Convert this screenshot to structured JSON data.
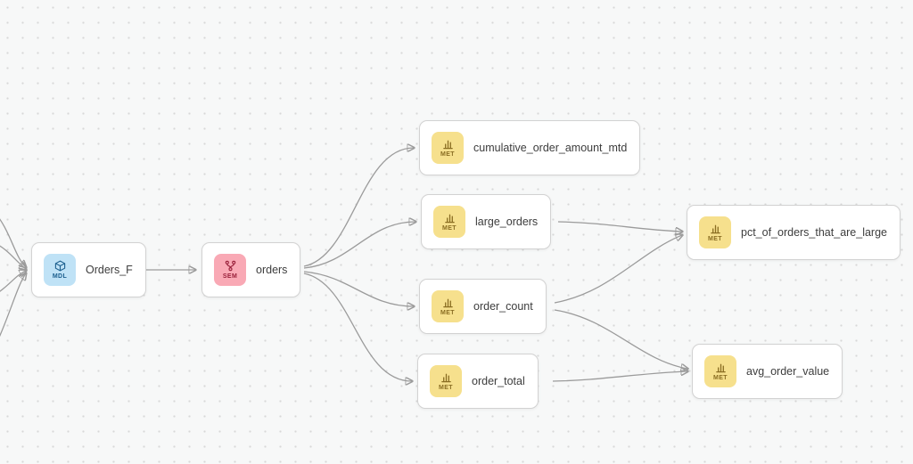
{
  "canvas": {
    "background_color": "#f7f8f8",
    "dot_color": "#d8d8d8"
  },
  "colors": {
    "model_badge_bg": "#bfe2f6",
    "model_badge_text": "#1c5f8e",
    "semantic_badge_bg": "#f9a9b5",
    "semantic_badge_text": "#99203a",
    "metric_badge_bg": "#f6e08d",
    "metric_badge_text": "#8a6d22",
    "edge_color": "#9b9b9b",
    "node_bg": "#ffffff",
    "node_border": "#d2d2d2"
  },
  "graph": {
    "nodes": [
      {
        "id": "orders_f",
        "label": "Orders_F",
        "badge": "MDL",
        "type": "model"
      },
      {
        "id": "orders",
        "label": "orders",
        "badge": "SEM",
        "type": "semantic_model"
      },
      {
        "id": "cumulative_order_amount_mtd",
        "label": "cumulative_order_amount_mtd",
        "badge": "MET",
        "type": "metric"
      },
      {
        "id": "large_orders",
        "label": "large_orders",
        "badge": "MET",
        "type": "metric"
      },
      {
        "id": "order_count",
        "label": "order_count",
        "badge": "MET",
        "type": "metric"
      },
      {
        "id": "order_total",
        "label": "order_total",
        "badge": "MET",
        "type": "metric"
      },
      {
        "id": "pct_of_orders_that_are_large",
        "label": "pct_of_orders_that_are_large",
        "badge": "MET",
        "type": "metric"
      },
      {
        "id": "avg_order_value",
        "label": "avg_order_value",
        "badge": "MET",
        "type": "metric"
      }
    ],
    "edges": [
      {
        "from": "Orders_F",
        "to": "orders"
      },
      {
        "from": "orders",
        "to": "cumulative_order_amount_mtd"
      },
      {
        "from": "orders",
        "to": "large_orders"
      },
      {
        "from": "orders",
        "to": "order_count"
      },
      {
        "from": "orders",
        "to": "order_total"
      },
      {
        "from": "large_orders",
        "to": "pct_of_orders_that_are_large"
      },
      {
        "from": "order_count",
        "to": "pct_of_orders_that_are_large"
      },
      {
        "from": "order_count",
        "to": "avg_order_value"
      },
      {
        "from": "order_total",
        "to": "avg_order_value"
      }
    ],
    "offscreen_incoming_edges": {
      "target": "Orders_F",
      "count": 4
    }
  }
}
